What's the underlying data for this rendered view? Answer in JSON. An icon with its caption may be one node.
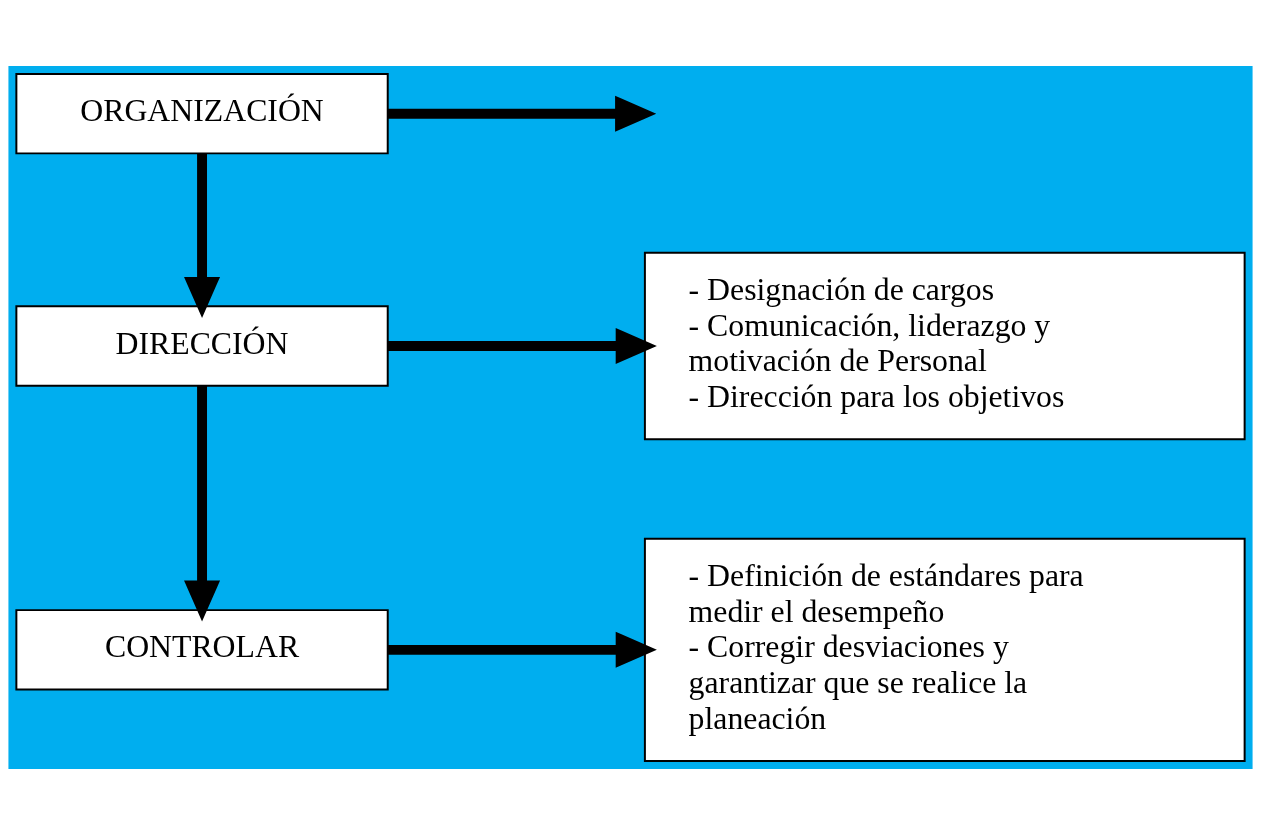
{
  "diagram": {
    "nodes": [
      {
        "text": [
          "ORGANIZACIÓN"
        ]
      },
      {
        "text": [
          "DIRECCIÓN"
        ]
      },
      {
        "text": [
          "- Designación de cargos",
          "- Comunicación, liderazgo y motivación de Personal",
          "- Dirección para los objetivos"
        ]
      },
      {
        "text": [
          "CONTROLAR"
        ]
      },
      {
        "text": [
          "- Definición de estándares para medir el desempeño",
          "- Corregir desviaciones y garantizar que se realice la planeación"
        ]
      }
    ],
    "edges": [
      {
        "from": 0,
        "to": null,
        "arrow": "to"
      },
      {
        "from": 0,
        "to": 1,
        "arrow": "to"
      },
      {
        "from": 1,
        "to": 2,
        "arrow": "to"
      },
      {
        "from": 1,
        "to": 3,
        "arrow": "to"
      },
      {
        "from": 3,
        "to": 4,
        "arrow": "to"
      }
    ]
  }
}
